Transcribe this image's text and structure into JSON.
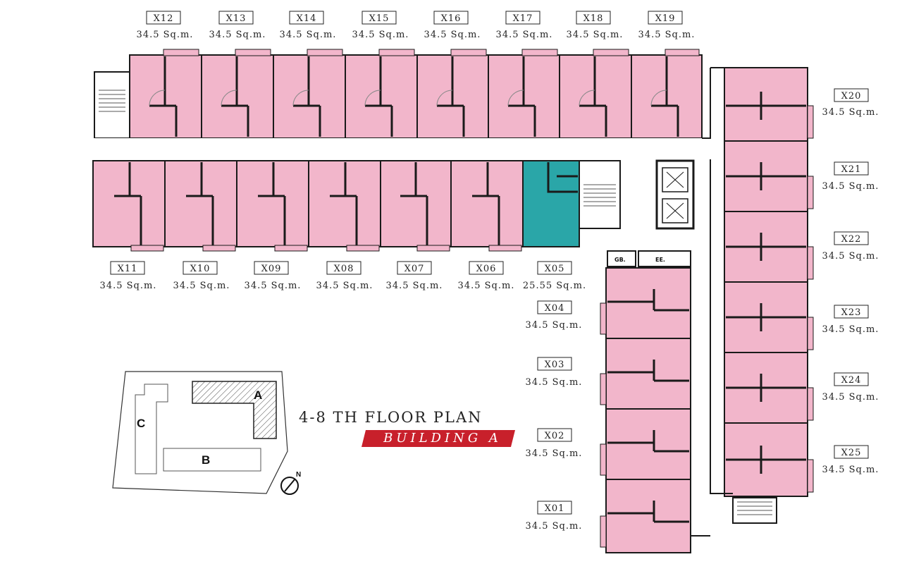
{
  "units_top": [
    {
      "id": "X12",
      "area": "34.5 Sq.m."
    },
    {
      "id": "X13",
      "area": "34.5 Sq.m."
    },
    {
      "id": "X14",
      "area": "34.5 Sq.m."
    },
    {
      "id": "X15",
      "area": "34.5 Sq.m."
    },
    {
      "id": "X16",
      "area": "34.5 Sq.m."
    },
    {
      "id": "X17",
      "area": "34.5 Sq.m."
    },
    {
      "id": "X18",
      "area": "34.5 Sq.m."
    },
    {
      "id": "X19",
      "area": "34.5 Sq.m."
    }
  ],
  "units_middle": [
    {
      "id": "X11",
      "area": "34.5 Sq.m."
    },
    {
      "id": "X10",
      "area": "34.5 Sq.m."
    },
    {
      "id": "X09",
      "area": "34.5 Sq.m."
    },
    {
      "id": "X08",
      "area": "34.5 Sq.m."
    },
    {
      "id": "X07",
      "area": "34.5 Sq.m."
    },
    {
      "id": "X06",
      "area": "34.5 Sq.m."
    },
    {
      "id": "X05",
      "area": "25.55 Sq.m."
    }
  ],
  "units_left_wing": [
    {
      "id": "X04",
      "area": "34.5 Sq.m."
    },
    {
      "id": "X03",
      "area": "34.5 Sq.m."
    },
    {
      "id": "X02",
      "area": "34.5 Sq.m."
    },
    {
      "id": "X01",
      "area": "34.5 Sq.m."
    }
  ],
  "units_right_wing": [
    {
      "id": "X20",
      "area": "34.5 Sq.m."
    },
    {
      "id": "X21",
      "area": "34.5 Sq.m."
    },
    {
      "id": "X22",
      "area": "34.5 Sq.m."
    },
    {
      "id": "X23",
      "area": "34.5 Sq.m."
    },
    {
      "id": "X24",
      "area": "34.5 Sq.m."
    },
    {
      "id": "X25",
      "area": "34.5 Sq.m."
    }
  ],
  "service_rooms": {
    "garbage": "GB.",
    "electrical": "EE."
  },
  "site_plan": {
    "building_a": "A",
    "building_b": "B",
    "building_c": "C",
    "north": "N"
  },
  "title": {
    "floor_plan": "4-8 TH FLOOR PLAN",
    "building": "BUILDING A"
  },
  "colors": {
    "unit": "#f2b6cb",
    "highlight": "#2aa6a8",
    "wall": "#1a1a1a",
    "badge": "#c8202b"
  }
}
